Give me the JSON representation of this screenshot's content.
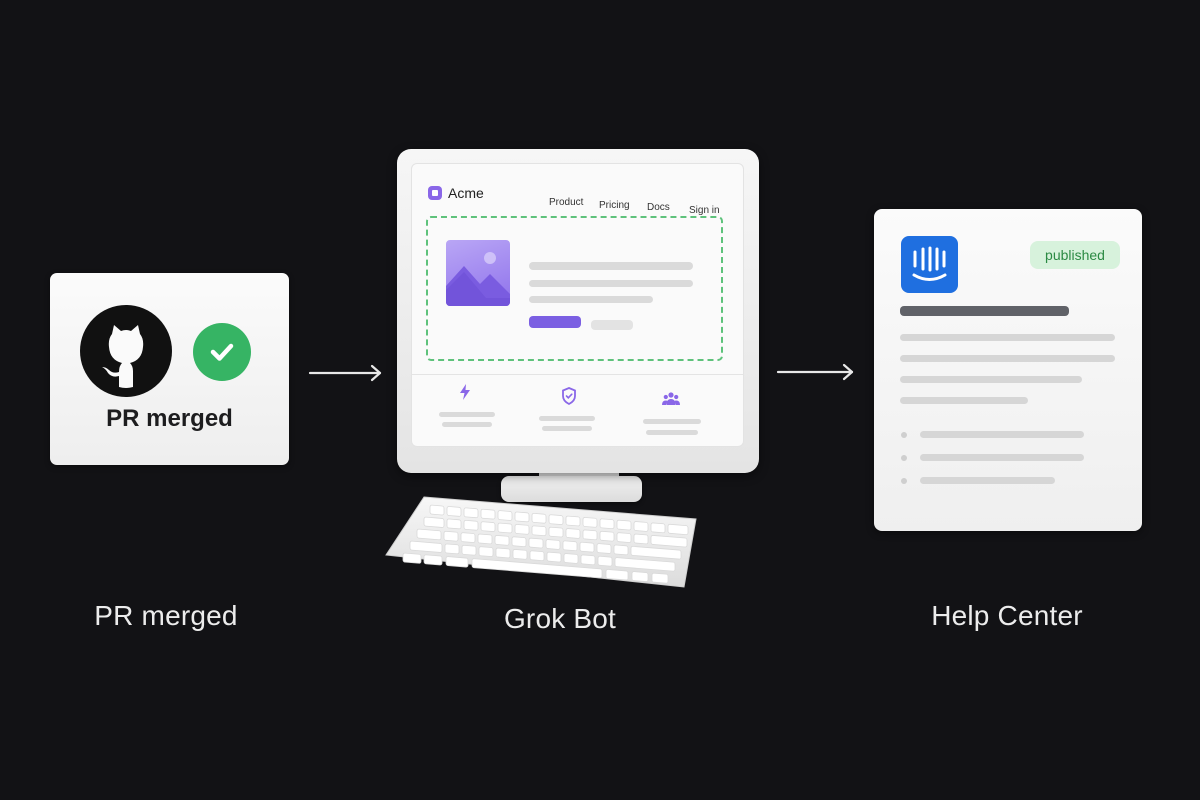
{
  "stages": [
    {
      "label": "PR merged"
    },
    {
      "label": "Grok Bot"
    },
    {
      "label": "Help Center"
    }
  ],
  "pr_card": {
    "label": "PR merged",
    "icon": "github-octocat-icon",
    "status_icon": "check-icon"
  },
  "monitor": {
    "brand": "Acme",
    "nav": [
      "Product",
      "Pricing",
      "Docs",
      "Sign in"
    ],
    "features": [
      {
        "icon": "lightning-icon"
      },
      {
        "icon": "shield-icon"
      },
      {
        "icon": "users-icon"
      }
    ]
  },
  "help_center": {
    "icon": "intercom-logo-icon",
    "status": "published"
  },
  "colors": {
    "background": "#121215",
    "success_green": "#36b464",
    "accent_purple": "#7b5fe2",
    "dashed_green": "#5ec27b",
    "intercom_blue": "#1f6fe0",
    "published_bg": "#d7f2dc",
    "published_text": "#2b8a43"
  }
}
